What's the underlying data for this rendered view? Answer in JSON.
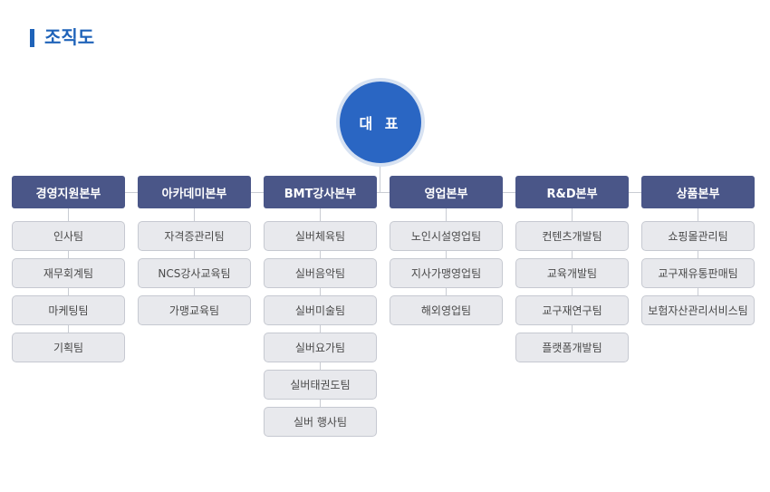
{
  "page": {
    "title": "조직도"
  },
  "ceo": {
    "label": "대 표"
  },
  "departments": [
    {
      "name": "경영지원본부",
      "teams": [
        "인사팀",
        "재무회계팀",
        "마케팅팀",
        "기획팀"
      ]
    },
    {
      "name": "아카데미본부",
      "teams": [
        "자격증관리팀",
        "NCS강사교육팀",
        "가맹교육팀"
      ]
    },
    {
      "name": "BMT강사본부",
      "teams": [
        "실버체육팀",
        "실버음악팀",
        "실버미술팀",
        "실버요가팀",
        "실버태권도팀",
        "실버 행사팀"
      ]
    },
    {
      "name": "영업본부",
      "teams": [
        "노인시설영업팀",
        "지사가맹영업팀",
        "해외영업팀"
      ]
    },
    {
      "name": "R&D본부",
      "teams": [
        "컨텐츠개발팀",
        "교육개발팀",
        "교구재연구팀",
        "플랫폼개발팀"
      ]
    },
    {
      "name": "상품본부",
      "teams": [
        "쇼핑몰관리팀",
        "교구재유통판매팀",
        "보험자산관리서비스팀"
      ]
    }
  ],
  "colors": {
    "accent": "#1f63b9",
    "ceo": "#2a66c3",
    "department": "#4a5688",
    "team_bg": "#e8e9ed"
  }
}
